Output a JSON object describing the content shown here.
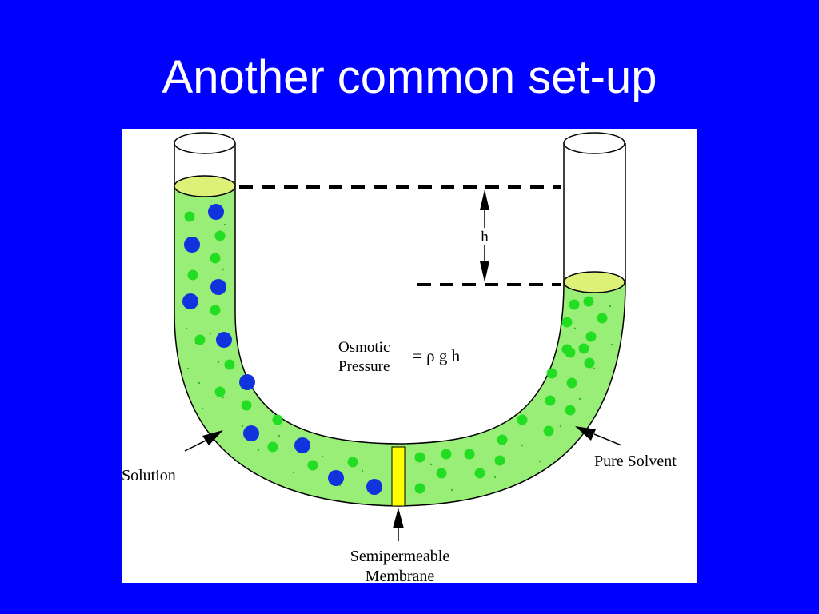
{
  "slide": {
    "title": "Another common set-up",
    "background_color": "#0000ff"
  },
  "diagram": {
    "height_label": "h",
    "osmotic_label_line1": "Osmotic",
    "osmotic_label_line2": "Pressure",
    "formula": "= ρ g h",
    "solution_label": "Solution",
    "pure_solvent_label": "Pure Solvent",
    "membrane_label_line1": "Semipermeable",
    "membrane_label_line2": "Membrane",
    "colors": {
      "liquid": "#99ee77",
      "liquid_surface": "#ddf077",
      "solvent_particle": "#22dd22",
      "solute_particle": "#1133dd",
      "membrane": "#ffff00"
    }
  }
}
